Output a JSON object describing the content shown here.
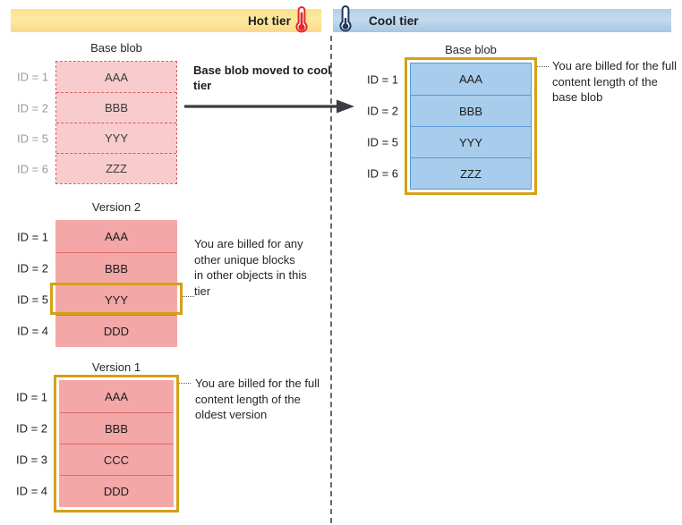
{
  "tiers": {
    "hot": {
      "label": "Hot tier",
      "icon": "thermometer-hot-icon",
      "accent": "#fbd98a"
    },
    "cool": {
      "label": "Cool tier",
      "icon": "thermometer-cool-icon",
      "accent": "#a6c6e2"
    }
  },
  "transition": {
    "caption": "Base blob moved to cool tier",
    "arrow": "arrow-right-icon"
  },
  "colors": {
    "pink_fill": "#F4A7A7",
    "pink_faded_fill": "#F8CCCC",
    "pink_border": "#E05A5A",
    "blue_fill": "#A8CCEB",
    "blue_border": "#5B9BD5",
    "gold_highlight": "#D4A017",
    "divider": "#6B6B6B"
  },
  "hot_tier": {
    "blobs": [
      {
        "title": "Base blob",
        "style": "dashed-faded",
        "highlight": "none",
        "rows": [
          {
            "id": "ID = 1",
            "value": "AAA"
          },
          {
            "id": "ID = 2",
            "value": "BBB"
          },
          {
            "id": "ID = 5",
            "value": "YYY"
          },
          {
            "id": "ID = 6",
            "value": "ZZZ"
          }
        ]
      },
      {
        "title": "Version 2",
        "style": "solid-pink",
        "highlight": "row-3",
        "rows": [
          {
            "id": "ID = 1",
            "value": "AAA"
          },
          {
            "id": "ID = 2",
            "value": "BBB"
          },
          {
            "id": "ID = 5",
            "value": "YYY"
          },
          {
            "id": "ID = 4",
            "value": "DDD"
          }
        ]
      },
      {
        "title": "Version 1",
        "style": "solid-pink",
        "highlight": "whole-table",
        "rows": [
          {
            "id": "ID = 1",
            "value": "AAA"
          },
          {
            "id": "ID = 2",
            "value": "BBB"
          },
          {
            "id": "ID = 3",
            "value": "CCC"
          },
          {
            "id": "ID = 4",
            "value": "DDD"
          }
        ]
      }
    ]
  },
  "cool_tier": {
    "blobs": [
      {
        "title": "Base blob",
        "style": "solid-blue",
        "highlight": "whole-table",
        "rows": [
          {
            "id": "ID = 1",
            "value": "AAA"
          },
          {
            "id": "ID = 2",
            "value": "BBB"
          },
          {
            "id": "ID = 5",
            "value": "YYY"
          },
          {
            "id": "ID = 6",
            "value": "ZZZ"
          }
        ]
      }
    ]
  },
  "notes": {
    "base_blob_cool": "You are billed for the full content length of the base blob",
    "version2": "You are billed for any other unique blocks in other objects in this tier",
    "version1": "You are billed for the full content length of the oldest version"
  }
}
